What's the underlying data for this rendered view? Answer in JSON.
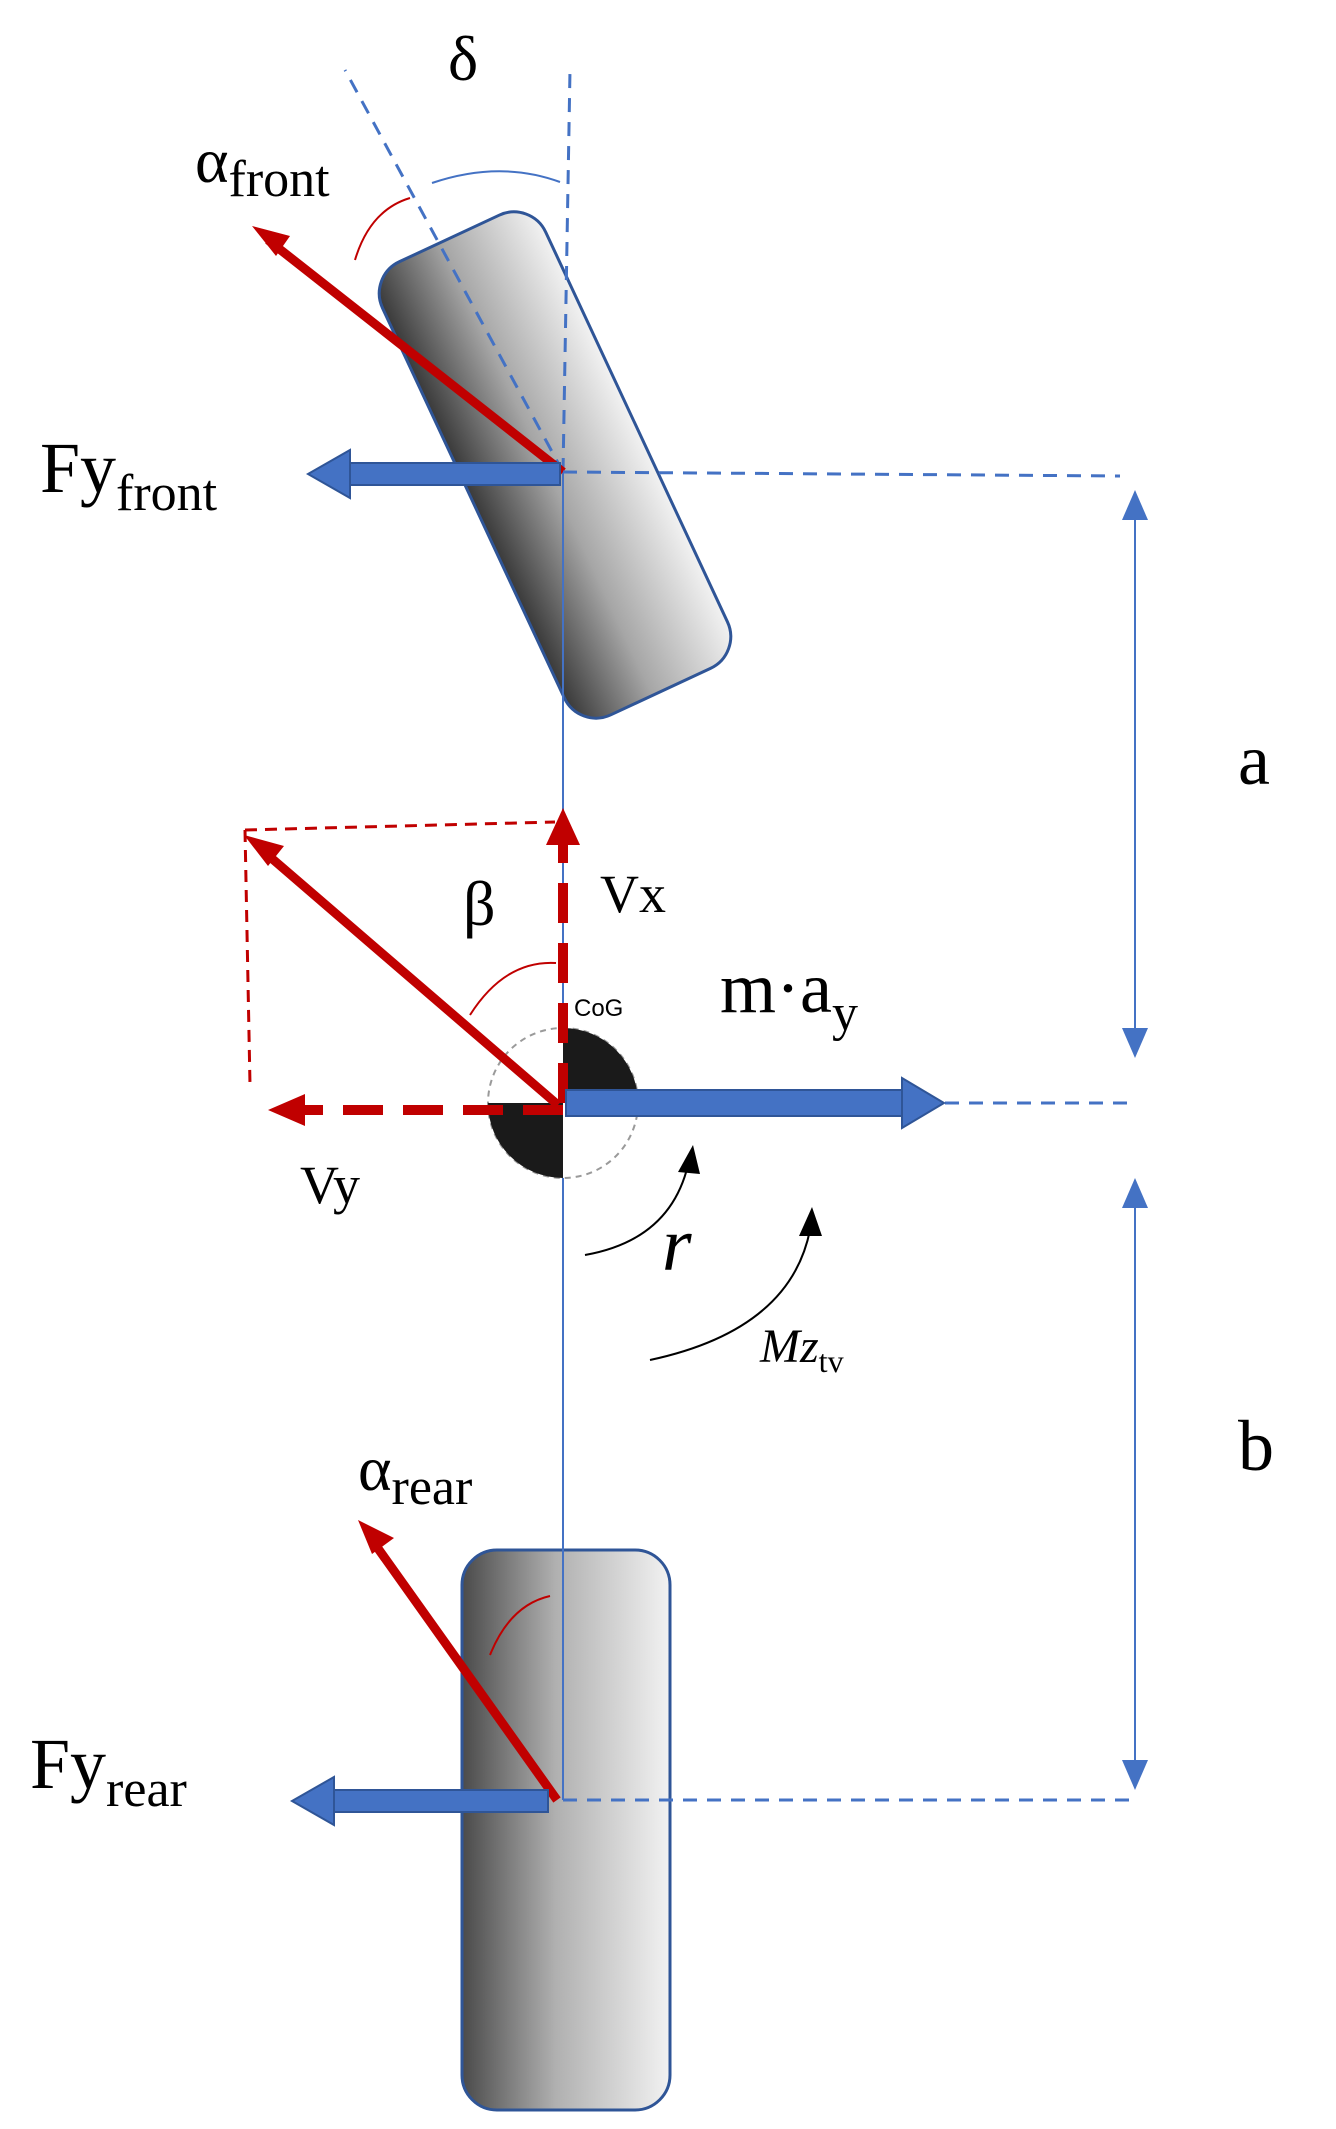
{
  "labels": {
    "delta": "δ",
    "alpha_front_main": "α",
    "alpha_front_sub": "front",
    "fy_front_main": "Fy",
    "fy_front_sub": "front",
    "a": "a",
    "b": "b",
    "beta": "β",
    "vx": "Vx",
    "vy": "Vy",
    "cog": "CoG",
    "may_main": "m·a",
    "may_sub": "y",
    "r": "r",
    "mz_main": "Mz",
    "mz_sub": "tv",
    "alpha_rear_main": "α",
    "alpha_rear_sub": "rear",
    "fy_rear_main": "Fy",
    "fy_rear_sub": "rear"
  },
  "colors": {
    "force_blue": "#4472c4",
    "force_blue_dark": "#2f5597",
    "velocity_red": "#c00000",
    "wheel_light": "#f2f2f2",
    "wheel_dark": "#3a3a3a"
  }
}
